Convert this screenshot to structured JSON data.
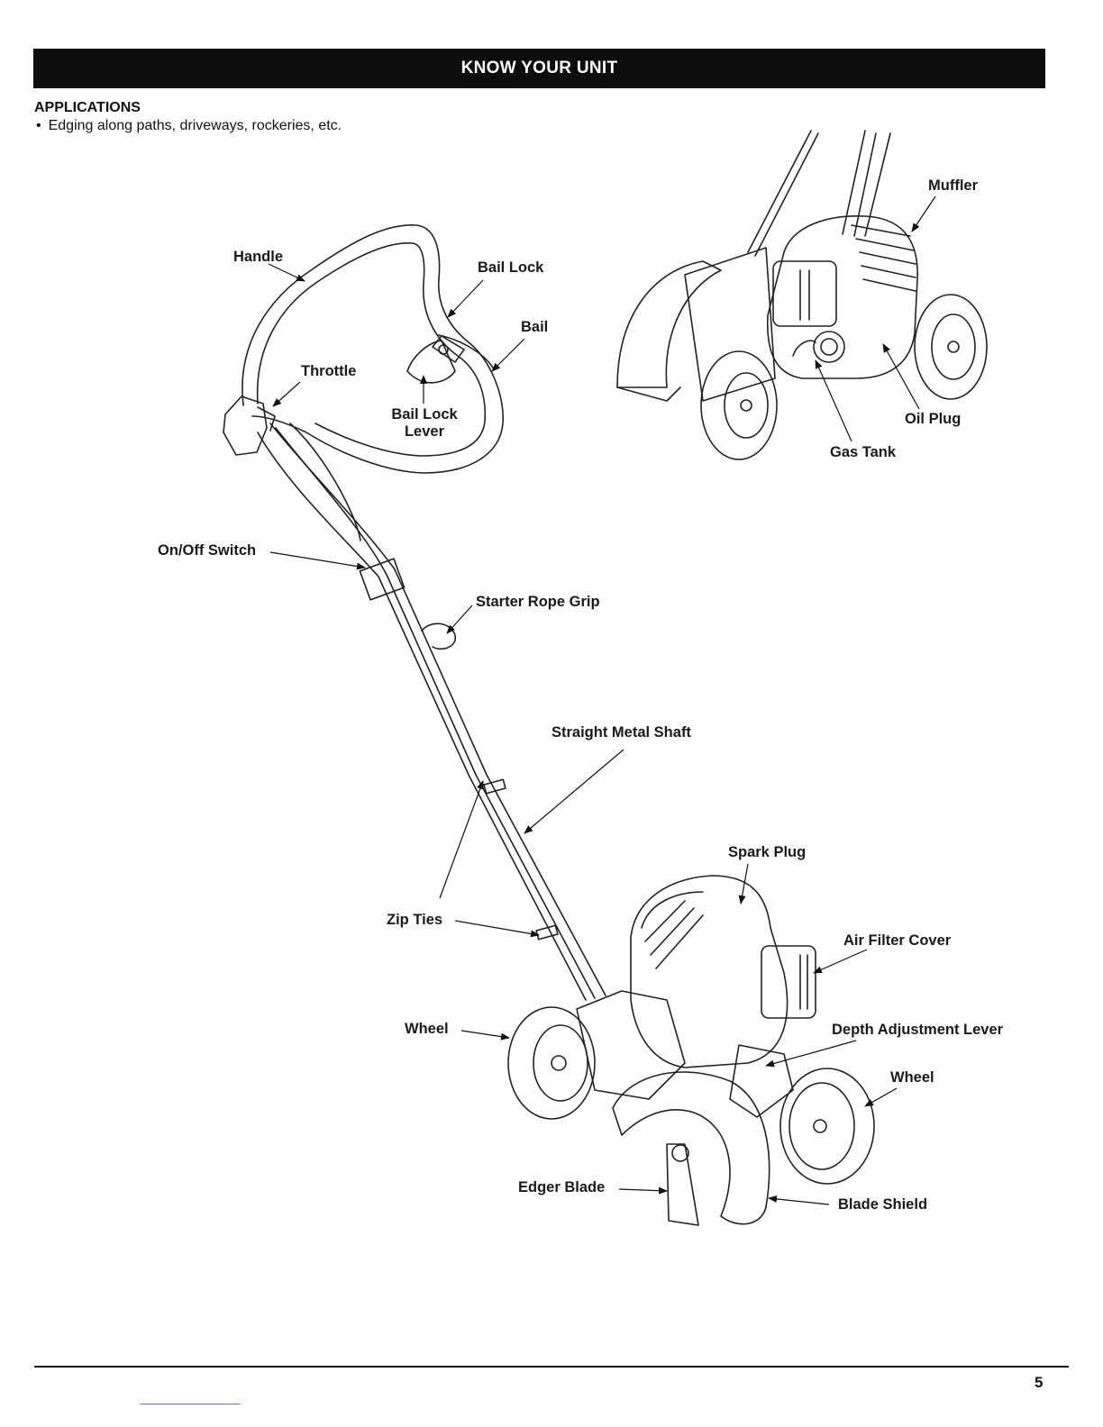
{
  "header": {
    "title": "KNOW YOUR UNIT"
  },
  "applications": {
    "title": "APPLICATIONS",
    "items": [
      "Edging along paths, driveways, rockeries, etc."
    ]
  },
  "labels": {
    "handle": "Handle",
    "bail_lock": "Bail Lock",
    "bail": "Bail",
    "throttle": "Throttle",
    "bail_lock_lever_1": "Bail Lock",
    "bail_lock_lever_2": "Lever",
    "on_off_switch": "On/Off Switch",
    "starter_rope_grip": "Starter Rope Grip",
    "straight_metal_shaft": "Straight Metal Shaft",
    "zip_ties": "Zip Ties",
    "spark_plug": "Spark Plug",
    "air_filter_cover": "Air Filter Cover",
    "wheel_left": "Wheel",
    "depth_adjustment_lever": "Depth Adjustment Lever",
    "wheel_right": "Wheel",
    "edger_blade": "Edger Blade",
    "blade_shield": "Blade Shield",
    "muffler": "Muffler",
    "oil_plug": "Oil Plug",
    "gas_tank": "Gas Tank"
  },
  "footer": {
    "page_number": "5"
  }
}
